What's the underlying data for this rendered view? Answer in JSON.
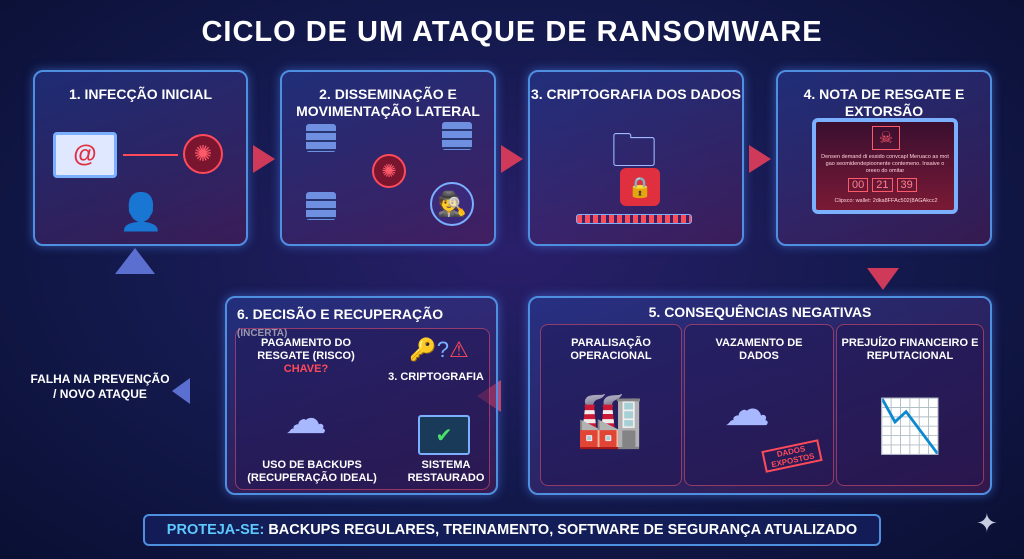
{
  "title": "CICLO DE UM ATAQUE DE RANSOMWARE",
  "steps": [
    {
      "title": "1. INFECÇÃO INICIAL"
    },
    {
      "title": "2. DISSEMINAÇÃO E MOVIMENTAÇÃO LATERAL"
    },
    {
      "title": "3. CRIPTOGRAFIA DOS DADOS"
    },
    {
      "title": "4. NOTA DE RESGATE E EXTORSÃO",
      "ransom_note": "Densen demand di essido convcapl Meruaco as mot gao seomidendepioonente contemeno. Insaive o oreeo do omitar",
      "timer": [
        "00",
        "21",
        "39"
      ],
      "wallet": "Clipsco: wallet: 2dka8FFAc502(8AGAkcc2"
    },
    {
      "title": "5. CONSEQUÊNCIAS NEGATIVAS",
      "items": [
        "PARALISAÇÃO OPERACIONAL",
        "VAZAMENTO DE DADOS",
        "PREJUÍZO FINANCEIRO E REPUTACIONAL"
      ],
      "stamp": "DADOS EXPOSTOS"
    },
    {
      "title": "6. DECISÃO E RECUPERAÇÃO",
      "title_note": "(INCERTA)",
      "payment": "PAGAMENTO DO RESGATE (RISCO)",
      "key_question": "CHAVE?",
      "crypto": "3. CRIPTOGRAFIA",
      "backup": "USO DE BACKUPS (RECUPERAÇÃO IDEAL)",
      "restored": "SISTEMA RESTAURADO"
    }
  ],
  "loop_label": "FALHA NA PREVENÇÃO / NOVO ATAQUE",
  "banner": {
    "prefix": "PROTEJA-SE:",
    "text": " BACKUPS REGULARES, TREINAMENTO, SOFTWARE DE SEGURANÇA ATUALIZADO"
  },
  "colors": {
    "accent_blue": "#4f8fe0",
    "danger_red": "#ff4a5a",
    "banner_prefix": "#5ec8ff"
  }
}
